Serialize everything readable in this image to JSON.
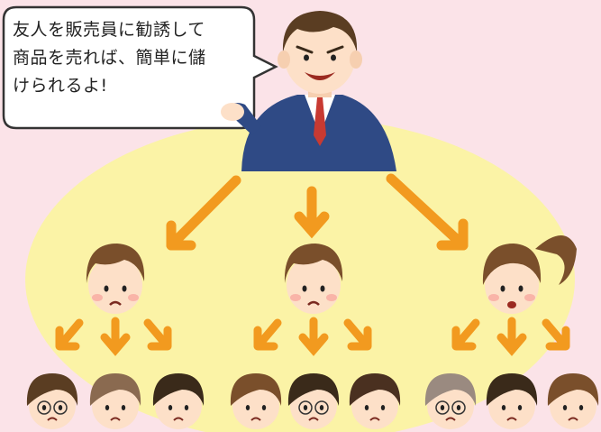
{
  "speech_bubble": {
    "lines": [
      "友人を販売員に勧誘して",
      "商品を売れば、簡単に儲",
      "けられるよ!"
    ]
  },
  "colors": {
    "background": "#fbe3e8",
    "ellipse": "#fbf3a6",
    "arrow": "#f29a1f",
    "suit": "#2f4a85",
    "tie": "#c83a32",
    "hair": "#7a4f2b",
    "skin": "#fde0c8"
  },
  "structure": {
    "recruiter": "smiling-salesman-icon",
    "first_tier": [
      "worried-boy-icon",
      "worried-boy-icon",
      "worried-girl-ponytail-icon"
    ],
    "second_tier_count": 9
  }
}
